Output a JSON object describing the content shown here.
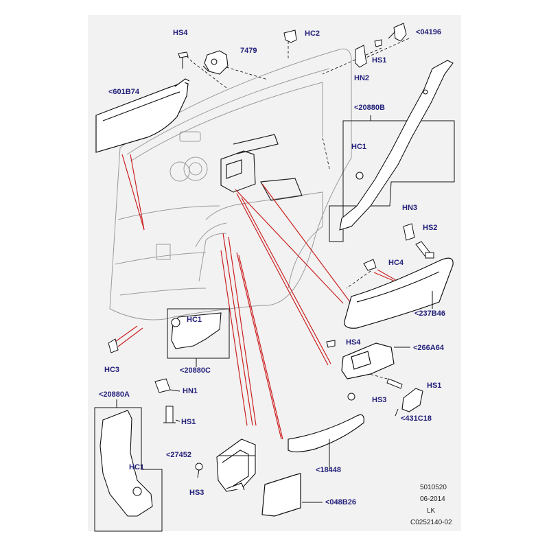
{
  "diagram": {
    "callouts": {
      "hs4_top": "HS4",
      "p7479": "7479",
      "hc2": "HC2",
      "p04196": "<04196",
      "hs1_top": "HS1",
      "hn2": "HN2",
      "p601b74": "<601B74",
      "p20880b": "<20880B",
      "hc1_b": "HC1",
      "hn3": "HN3",
      "hs2": "HS2",
      "hc4": "HC4",
      "p237b46": "<237B46",
      "hc1_c": "HC1",
      "p20880c": "<20880C",
      "hc3": "HC3",
      "hs4_mid": "HS4",
      "p266a64": "<266A64",
      "hs1_mid": "HS1",
      "hs3_mid": "HS3",
      "p431c18": "<431C18",
      "p20880a": "<20880A",
      "hn1": "HN1",
      "hs1_low": "HS1",
      "hc1_a": "HC1",
      "p27452": "<27452",
      "hs3_low": "HS3",
      "p18448": "<18448",
      "p048b26": "<048B26"
    },
    "footer": {
      "code": "5010520",
      "date": "06-2014",
      "region": "LK",
      "drawing": "C0252140-02"
    },
    "colors": {
      "label": "#23207a",
      "line": "#000000",
      "leader": "#cc1f1f",
      "panel": "#f2f2f2"
    }
  }
}
